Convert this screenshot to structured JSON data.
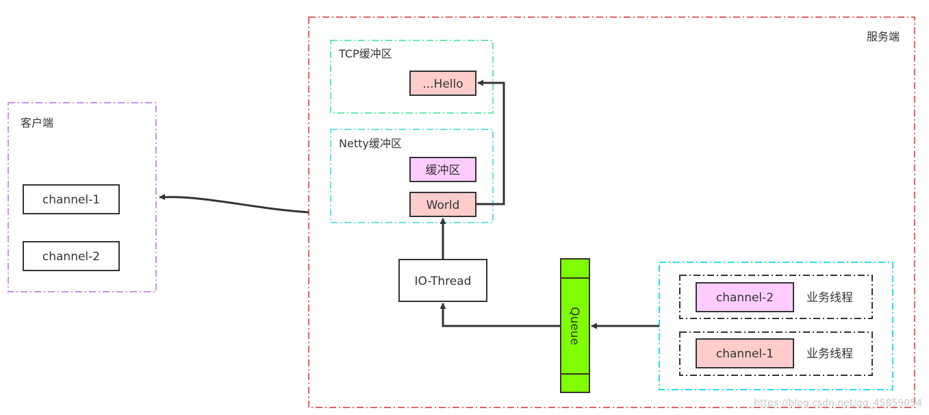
{
  "client": {
    "label": "客户端",
    "channels": [
      "channel-1",
      "channel-2"
    ]
  },
  "server": {
    "label": "服务端",
    "tcp_buffer": {
      "label": "TCP缓冲区",
      "item": "...Hello"
    },
    "netty_buffer": {
      "label": "Netty缓冲区",
      "buffer_item": "缓冲区",
      "world_item": "World"
    },
    "io_thread": "IO-Thread",
    "queue": "Queue",
    "business_threads": [
      {
        "channel": "channel-2",
        "label": "业务线程"
      },
      {
        "channel": "channel-1",
        "label": "业务线程"
      }
    ]
  },
  "watermark": "https://blog.csdn.net/qq_45859054",
  "colors": {
    "client_border": "#c792ea",
    "server_border": "#e86060",
    "tcp_border": "#66e8a8",
    "netty_border": "#66e0e8",
    "business_border": "#22e0f0",
    "box_pink": "#ffcccc",
    "box_magenta": "#ffccff",
    "queue_fill": "#80ff00",
    "line": "#333333"
  }
}
